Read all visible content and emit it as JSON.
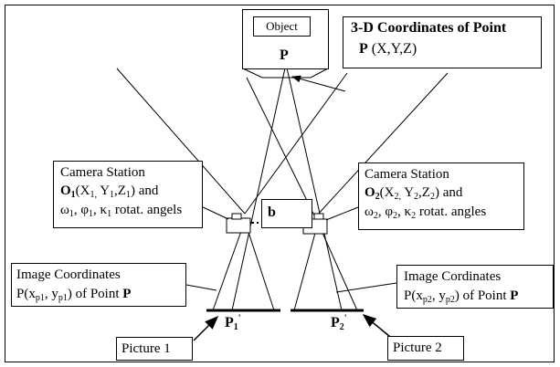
{
  "object_box": {
    "label": "Object"
  },
  "point_p_top": "P",
  "coord3d": {
    "line1": "3-D Coordinates of Point",
    "p": "P",
    "xyz": "(X,Y,Z)"
  },
  "camera_left": {
    "line1": "Camera Station",
    "o": "O",
    "o_sub": "1",
    "coords_pre": "(X",
    "coords_sub1": "1,",
    "coords_y": " Y",
    "coords_sub2": "1",
    "coords_z": ",Z",
    "coords_sub3": "1",
    "coords_end": ") and",
    "omega": "ω",
    "omega_sub": "1",
    "phi": ", φ",
    "phi_sub": "1",
    "kappa": ", κ",
    "kappa_sub": "1",
    "angles": " rotat. angels"
  },
  "camera_right": {
    "line1": "Camera Station",
    "o": "O",
    "o_sub": "2",
    "coords_pre": "(X",
    "coords_sub1": "2,",
    "coords_y": " Y",
    "coords_sub2": "2",
    "coords_z": ",Z",
    "coords_sub3": "2",
    "coords_end": ") and",
    "omega": "ω",
    "omega_sub": "2",
    "phi": ", φ",
    "phi_sub": "2",
    "kappa": ", κ",
    "kappa_sub": "2",
    "angles": " rotat. angles"
  },
  "baseline_label": "b",
  "image_left": {
    "line1": "Image Coordinates",
    "p_pre": "P(x",
    "p_sub1": "p1",
    "p_mid": ", y",
    "p_sub2": "p1",
    "p_end": ") of Point ",
    "p_bold": "P"
  },
  "image_right": {
    "line1": "Image Cordinates",
    "p_pre": "P(x",
    "p_sub1": "p2",
    "p_mid": ", y",
    "p_sub2": "p2",
    "p_end": ") of Point ",
    "p_bold": "P"
  },
  "p1_label": {
    "p": "P",
    "sub": "1",
    "sup": "'"
  },
  "p2_label": {
    "p": "P",
    "sub": "2",
    "sup": "'"
  },
  "picture1": "Picture 1",
  "picture2": "Picture 2"
}
